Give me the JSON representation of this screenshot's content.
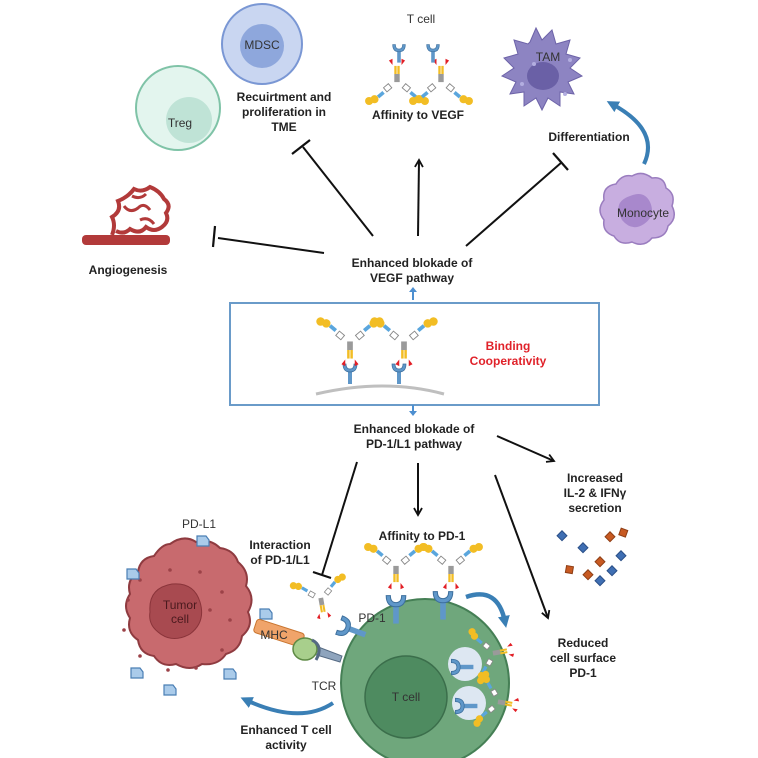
{
  "title": "Binding cooperativity of bispecific antibody enhances blockade of VEGF and PD-1/L1 pathways",
  "colors": {
    "arrow": "#111111",
    "curved_arrow": "#3a7fb5",
    "box_border": "#6a9bc9",
    "binding_text": "#e0222a",
    "tumor_cell": "#c86a6e",
    "t_cell": "#5f9c6e",
    "tam": "#8377b8",
    "monocyte": "#b18fcf",
    "treg": "#c9ecde",
    "mdsc": "#b8cbee",
    "vessel": "#b23a3a",
    "antibody_fab": "#f2bd24",
    "cytokine_blue": "#3f6fb3",
    "cytokine_orange": "#c85a22"
  },
  "top": {
    "cells": {
      "treg": "Treg",
      "mdsc": "MDSC",
      "t_cell": "T cell",
      "tam": "TAM",
      "monocyte": "Monocyte"
    },
    "labels": {
      "recruitment": "Recuirtment and\nproliferation in\nTME",
      "affinity_vegf": "Affinity to VEGF",
      "differentiation": "Differentiation",
      "angiogenesis": "Angiogenesis",
      "vegf_blockade": "Enhanced blokade of\nVEGF pathway"
    }
  },
  "center_box": {
    "label": "Binding\nCooperativity"
  },
  "bottom": {
    "labels": {
      "pd1_blockade": "Enhanced blokade of\nPD-1/L1 pathway",
      "cytokines": "Increased\nIL-2 & IFNγ\nsecretion",
      "interaction": "Interaction\nof PD-1/L1",
      "affinity_pd1": "Affinity to PD-1",
      "reduced_pd1": "Reduced\ncell surface\nPD-1",
      "t_cell_activity": "Enhanced T cell\nactivity"
    },
    "cells": {
      "tumor": "Tumor\ncell",
      "t_cell": "T cell"
    },
    "molecules": {
      "pd_l1": "PD-L1",
      "pd_1": "PD-1",
      "mhc": "MHC",
      "tcr": "TCR"
    }
  }
}
